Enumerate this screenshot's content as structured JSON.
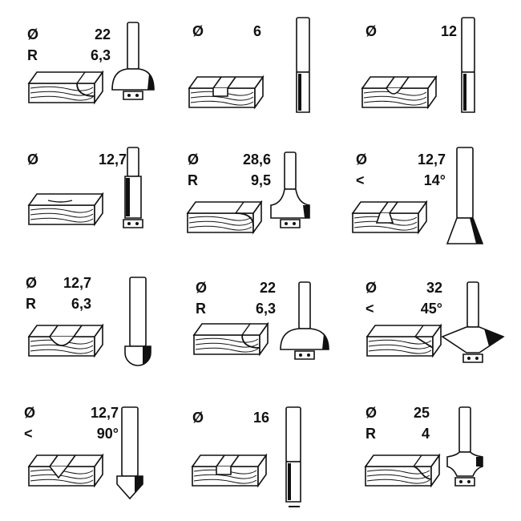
{
  "cells": [
    {
      "rows": [
        {
          "symbol": "Ø",
          "value": "22"
        },
        {
          "symbol": "R",
          "value": "6,3"
        }
      ],
      "bit": "round-over-bearing",
      "wood": "cove-edge"
    },
    {
      "rows": [
        {
          "symbol": "Ø",
          "value": "6"
        }
      ],
      "bit": "straight",
      "wood": "groove"
    },
    {
      "rows": [
        {
          "symbol": "Ø",
          "value": "12"
        }
      ],
      "bit": "straight",
      "wood": "groove-round"
    },
    {
      "rows": [
        {
          "symbol": "Ø",
          "value": "12,7"
        }
      ],
      "bit": "flush-trim-bearing",
      "wood": "flat-block"
    },
    {
      "rows": [
        {
          "symbol": "Ø",
          "value": "28,6"
        },
        {
          "symbol": "R",
          "value": "9,5"
        }
      ],
      "bit": "cove-bearing",
      "wood": "roundover-edge"
    },
    {
      "rows": [
        {
          "symbol": "Ø",
          "value": "12,7"
        },
        {
          "symbol": "<",
          "value": "14°"
        }
      ],
      "bit": "dovetail",
      "wood": "dovetail-groove"
    },
    {
      "rows": [
        {
          "symbol": "Ø",
          "value": "12,7"
        },
        {
          "symbol": "R",
          "value": "6,3"
        }
      ],
      "bit": "core-box",
      "wood": "cove-groove"
    },
    {
      "rows": [
        {
          "symbol": "Ø",
          "value": "22"
        },
        {
          "symbol": "R",
          "value": "6,3"
        }
      ],
      "bit": "round-over-bearing-large",
      "wood": "cove-edge"
    },
    {
      "rows": [
        {
          "symbol": "Ø",
          "value": "32"
        },
        {
          "symbol": "<",
          "value": "45°"
        }
      ],
      "bit": "chamfer-bearing",
      "wood": "chamfer-edge"
    },
    {
      "rows": [
        {
          "symbol": "Ø",
          "value": "12,7"
        },
        {
          "symbol": "<",
          "value": "90°"
        }
      ],
      "bit": "v-groove",
      "wood": "v-groove"
    },
    {
      "rows": [
        {
          "symbol": "Ø",
          "value": "16"
        }
      ],
      "bit": "straight-wide",
      "wood": "groove"
    },
    {
      "rows": [
        {
          "symbol": "Ø",
          "value": "25"
        },
        {
          "symbol": "R",
          "value": "4"
        }
      ],
      "bit": "ogee-bearing",
      "wood": "ogee-edge"
    }
  ]
}
